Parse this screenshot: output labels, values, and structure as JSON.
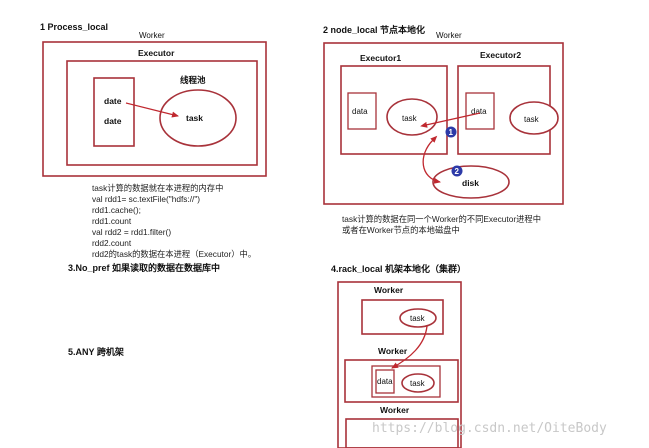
{
  "sections": {
    "s1": {
      "title": "1   Process_local",
      "worker": "Worker",
      "executor": "Executor",
      "pool": "线程池",
      "data1": "date",
      "data2": "date",
      "task": "task",
      "desc": [
        "task计算的数据就在本进程的内存中",
        "val rdd1= sc.textFile(\"hdfs://\")",
        "rdd1.cache();",
        "rdd1.count",
        "val rdd2 = rdd1.filter()",
        "rdd2.count",
        "rdd2的task的数据在本进程（Executor）中。"
      ]
    },
    "s2": {
      "title": "2  node_local 节点本地化",
      "worker": "Worker",
      "executor1": "Executor1",
      "executor2": "Executor2",
      "data1": "data",
      "task1": "task",
      "data2": "data",
      "task2": "task",
      "disk": "disk",
      "badge1": "1",
      "badge2": "2",
      "desc": [
        "task计算的数据在同一个Worker的不同Executor进程中",
        "或者在Worker节点的本地磁盘中"
      ]
    },
    "s3": {
      "title": "3.No_pref  如果读取的数据在数据库中"
    },
    "s4": {
      "title": "4.rack_local 机架本地化（集群）",
      "worker1": "Worker",
      "task_top": "task",
      "worker2": "Worker",
      "data": "data",
      "task_mid": "task",
      "worker3": "Worker"
    },
    "s5": {
      "title": "5.ANY 跨机架"
    },
    "watermark": "https://blog.csdn.net/OiteBody"
  },
  "colors": {
    "border": "#a8323a",
    "arrow": "#c0282f",
    "badge": "#2d3aa8"
  }
}
